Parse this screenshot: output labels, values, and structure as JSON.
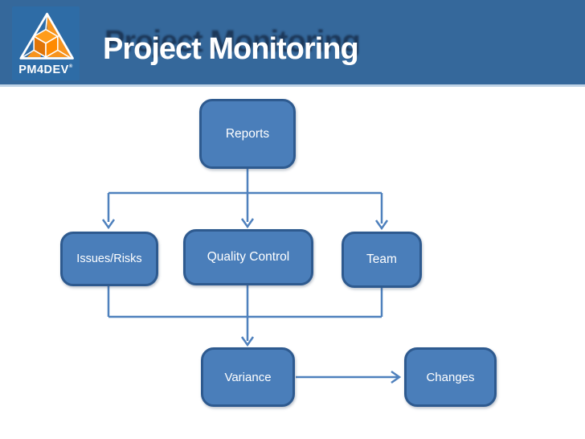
{
  "header": {
    "title": "Project Monitoring"
  },
  "logo": {
    "text": "PM4DEV",
    "registered": "®"
  },
  "colors": {
    "header_bg": "#35689B",
    "header_underline": "#BFD3E6",
    "logo_square_bg": "#2E6CA6",
    "logo_orange": "#F7941E",
    "logo_orange_dark": "#E07508",
    "node_fill": "#4A7EBA",
    "node_border": "#2E5A8F",
    "node_text": "#FFFFFF",
    "connector": "#4F81BD",
    "title_text": "#FFFFFF"
  },
  "diagram": {
    "nodes": [
      {
        "id": "reports",
        "label": "Reports"
      },
      {
        "id": "issues",
        "label": "Issues/Risks"
      },
      {
        "id": "quality",
        "label": "Quality Control"
      },
      {
        "id": "team",
        "label": "Team"
      },
      {
        "id": "variance",
        "label": "Variance"
      },
      {
        "id": "changes",
        "label": "Changes"
      }
    ],
    "edges": [
      {
        "from": "Reports",
        "to": "Issues/Risks"
      },
      {
        "from": "Reports",
        "to": "Quality Control"
      },
      {
        "from": "Reports",
        "to": "Team"
      },
      {
        "from": "Issues/Risks",
        "to": "Variance"
      },
      {
        "from": "Quality Control",
        "to": "Variance"
      },
      {
        "from": "Team",
        "to": "Variance"
      },
      {
        "from": "Variance",
        "to": "Changes"
      }
    ]
  }
}
